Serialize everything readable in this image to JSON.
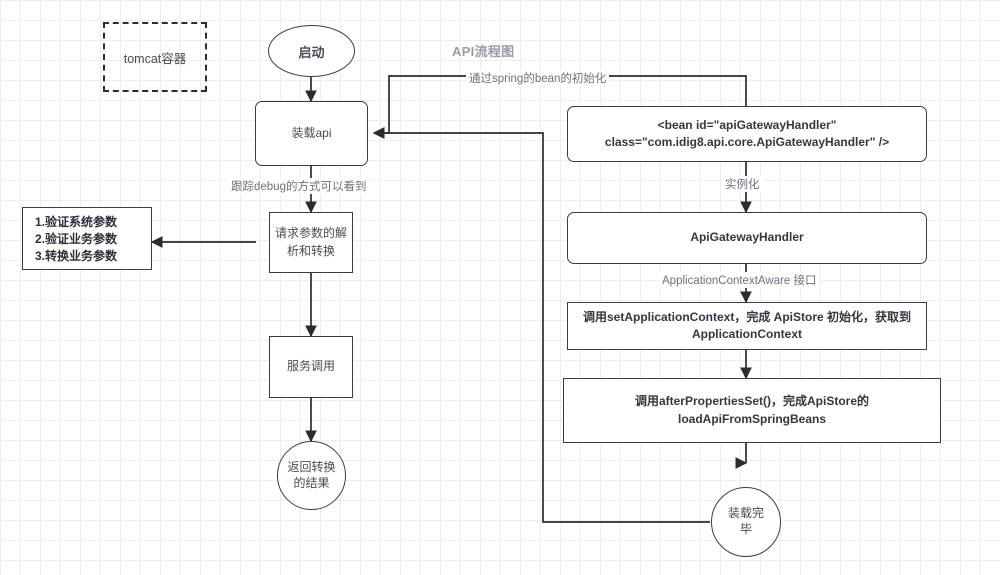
{
  "diagram": {
    "title": "API流程图",
    "title_color": "#9b9baa",
    "background": "#ffffff",
    "grid_color": "#eceef0",
    "stroke_color": "#3d3d3d",
    "nodes": {
      "tomcat": {
        "label": "tomcat容器",
        "shape": "dashed-rect"
      },
      "start": {
        "label": "启动",
        "shape": "ellipse"
      },
      "load_api": {
        "label": "装载api",
        "shape": "rounded-rect"
      },
      "param_parse": {
        "line1": "请求参数的解",
        "line2": "析和转换",
        "shape": "rect"
      },
      "service_call": {
        "label": "服务调用",
        "shape": "rect"
      },
      "return_result": {
        "line1": "返回转换",
        "line2": "的结果",
        "shape": "circle"
      },
      "validations": {
        "item1": "1.验证系统参数",
        "item2": "2.验证业务参数",
        "item3": "3.转换业务参数",
        "shape": "rect"
      },
      "bean_def": {
        "line1": "<bean id=\"apiGatewayHandler\"",
        "line2": "class=\"com.idig8.api.core.ApiGatewayHandler\" />",
        "shape": "rounded-rect"
      },
      "handler": {
        "label": "ApiGatewayHandler",
        "shape": "rounded-rect"
      },
      "set_app_context": {
        "line1": "调用setApplicationContext，完成 ApiStore 初始化，获取到",
        "line2": "ApplicationContext",
        "shape": "rect"
      },
      "after_props": {
        "line1": "调用afterPropertiesSet()，完成ApiStore的",
        "line2": "loadApiFromSpringBeans",
        "shape": "rect"
      },
      "load_done": {
        "line1": "装载完",
        "line2": "毕",
        "shape": "circle"
      }
    },
    "edge_labels": {
      "spring_bean_init": "通过spring的bean的初始化",
      "debug_trace": "跟踪debug的方式可以看到",
      "instantiate": "实例化",
      "app_context_aware": "ApplicationContextAware 接口"
    }
  }
}
